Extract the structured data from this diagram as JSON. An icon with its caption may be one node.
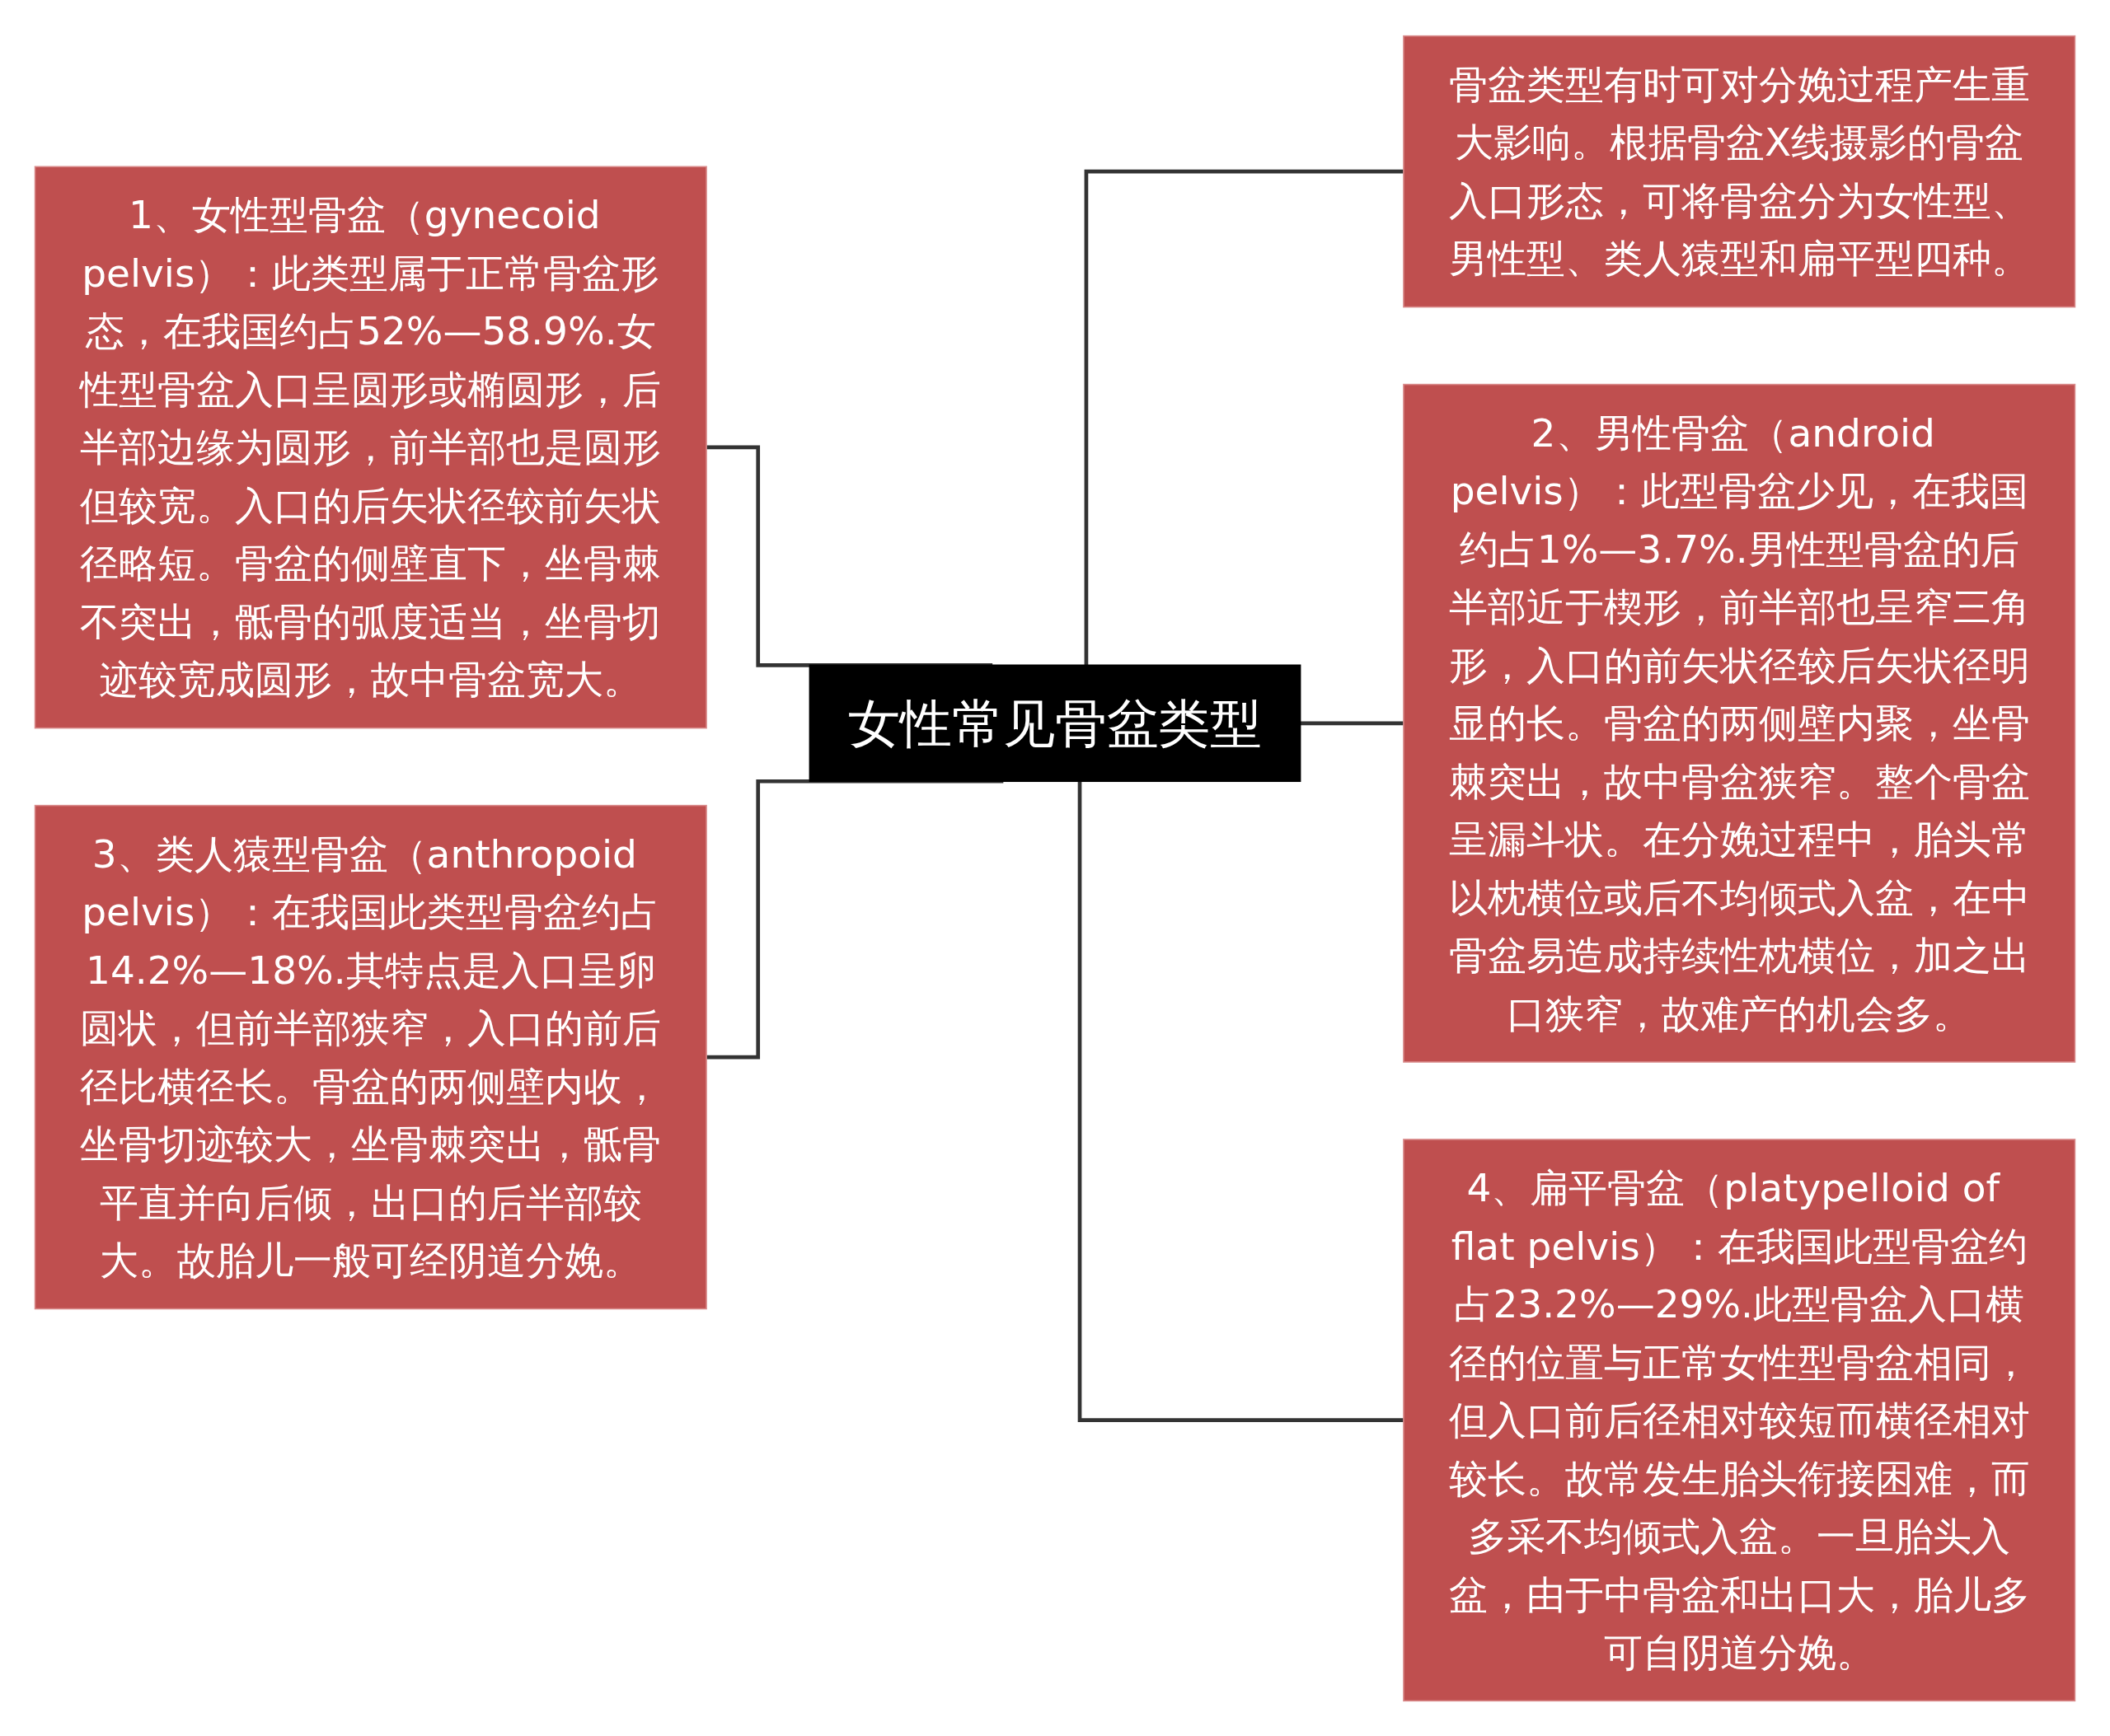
{
  "diagram": {
    "nodes": [
      {
        "text": [
          "女性常见骨盆类型"
        ]
      },
      {
        "text": [
          "1、女性型骨盆（gynecoid pelvis）：此类型属于正常骨盆形态，在我国约占52%—58.9%.女性型骨盆入口呈圆形或椭圆形，后半部边缘为圆形，前半部也是圆形但较宽。入口的后矢状径较前矢状径略短。骨盆的侧壁直下，坐骨棘不突出，骶骨的弧度适当，坐骨切迹较宽成圆形，故中骨盆宽大。"
        ]
      },
      {
        "text": [
          "3、类人猿型骨盆（anthropoid pelvis）：在我国此类型骨盆约占14.2%—18%.其特点是入口呈卵圆状，但前半部狭窄，入口的前后径比横径长。骨盆的两侧壁内收，坐骨切迹较大，坐骨棘突出，骶骨平直并向后倾，出口的后半部较大。故胎儿一般可经阴道分娩。"
        ]
      },
      {
        "text": [
          "骨盆类型有时可对分娩过程产生重大影响。根据骨盆X线摄影的骨盆入口形态，可将骨盆分为女性型、男性型、类人猿型和扁平型四种。"
        ]
      },
      {
        "text": [
          "2、男性骨盆（android pelvis）：此型骨盆少见，在我国约占1%—3.7%.男性型骨盆的后半部近于楔形，前半部也呈窄三角形，入口的前矢状径较后矢状径明显的长。骨盆的两侧壁内聚，坐骨棘突出，故中骨盆狭窄。整个骨盆呈漏斗状。在分娩过程中，胎头常以枕横位或后不均倾式入盆，在中骨盆易造成持续性枕横位，加之出口狭窄，故难产的机会多。"
        ]
      },
      {
        "text": [
          "4、扁平骨盆（platypelloid of flat pelvis）：在我国此型骨盆约占23.2%—29%.此型骨盆入口横径的位置与正常女性型骨盆相同，但入口前后径相对较短而横径相对较长。故常发生胎头衔接困难，而多采不均倾式入盆。一旦胎头入盆，由于中骨盆和出口大，胎儿多可自阴道分娩。"
        ]
      }
    ],
    "edges": [
      {
        "from": 1,
        "to": 0,
        "arrow": "none"
      },
      {
        "from": 2,
        "to": 0,
        "arrow": "none"
      },
      {
        "from": 0,
        "to": 3,
        "arrow": "none"
      },
      {
        "from": 0,
        "to": 4,
        "arrow": "none"
      },
      {
        "from": 0,
        "to": 5,
        "arrow": "none"
      }
    ]
  }
}
